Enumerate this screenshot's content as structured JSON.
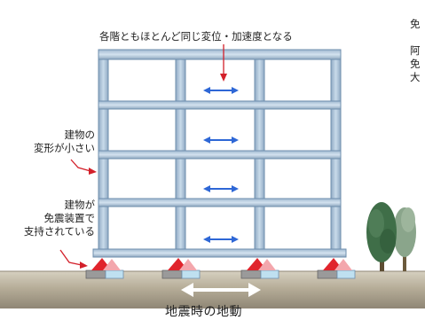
{
  "top_caption": "各階ともほとんど同じ変位・加速度となる",
  "left_caption_1": [
    "建物の",
    "変形が小さい"
  ],
  "left_caption_2": [
    "建物が",
    "免震装置で",
    "支持されている"
  ],
  "bottom_caption": "地震時の地動",
  "side_text_fragment": [
    "免",
    "",
    "阿",
    "免",
    "大"
  ],
  "colors": {
    "frame": "#b9cedf",
    "frame_edge": "#6f8fae",
    "ground": "#b3aa94",
    "isolator_red": "#e0242c",
    "isolator_pink": "#f3a7ad",
    "arrow_blue": "#2e67d6",
    "pointer_red": "#d3202a",
    "tree_dark": "#3f6e48",
    "tree_light": "#8aa58b"
  },
  "icons": [
    "double-arrow-icon",
    "leader-arrow-icon",
    "tree-icon",
    "isolator-icon"
  ]
}
